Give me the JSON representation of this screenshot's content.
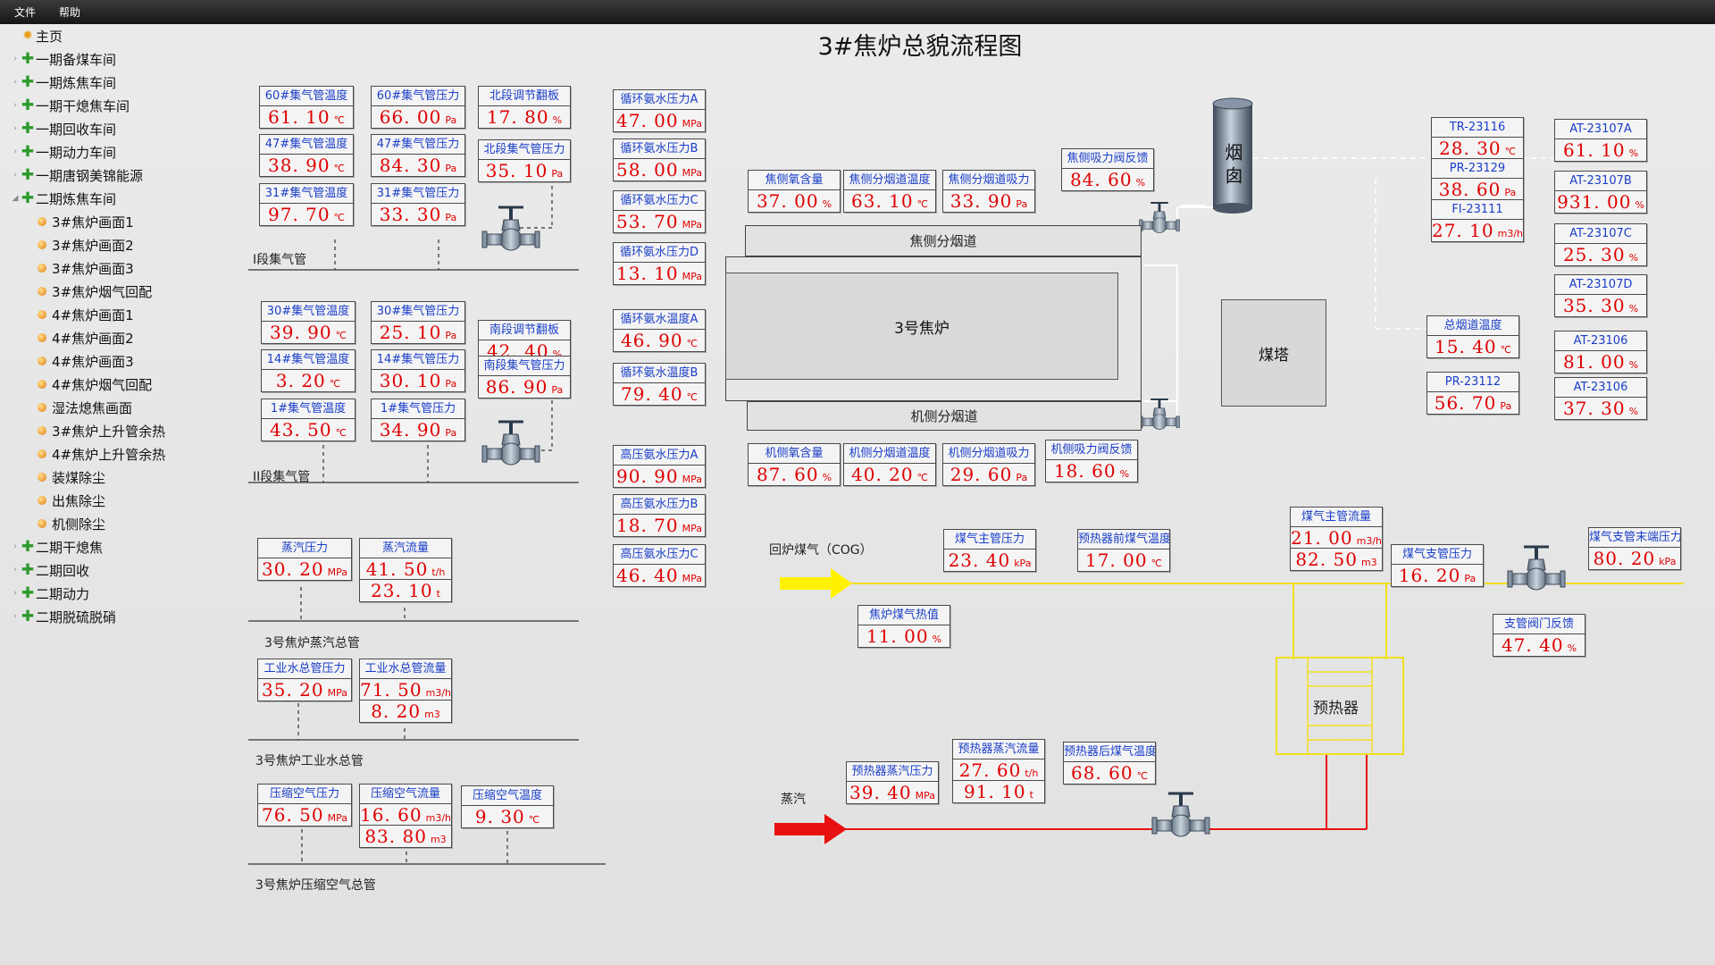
{
  "menu": [
    "文件",
    "帮助"
  ],
  "sidebar": {
    "items": [
      {
        "label": "主页",
        "level": 0,
        "kind": "home"
      },
      {
        "label": "一期备煤车间",
        "level": 0,
        "kind": "plus"
      },
      {
        "label": "一期炼焦车间",
        "level": 0,
        "kind": "plus"
      },
      {
        "label": "一期干熄焦车间",
        "level": 0,
        "kind": "plus"
      },
      {
        "label": "一期回收车间",
        "level": 0,
        "kind": "plus"
      },
      {
        "label": "一期动力车间",
        "level": 0,
        "kind": "plus"
      },
      {
        "label": "一期唐钢美锦能源",
        "level": 0,
        "kind": "plus"
      },
      {
        "label": "二期炼焦车间",
        "level": 0,
        "kind": "expanded"
      },
      {
        "label": "3#焦炉画面1",
        "level": 1,
        "kind": "leaf"
      },
      {
        "label": "3#焦炉画面2",
        "level": 1,
        "kind": "leaf"
      },
      {
        "label": "3#焦炉画面3",
        "level": 1,
        "kind": "leaf"
      },
      {
        "label": "3#焦炉烟气回配",
        "level": 1,
        "kind": "leaf"
      },
      {
        "label": "4#焦炉画面1",
        "level": 1,
        "kind": "leaf"
      },
      {
        "label": "4#焦炉画面2",
        "level": 1,
        "kind": "leaf"
      },
      {
        "label": "4#焦炉画面3",
        "level": 1,
        "kind": "leaf"
      },
      {
        "label": "4#焦炉烟气回配",
        "level": 1,
        "kind": "leaf"
      },
      {
        "label": "湿法熄焦画面",
        "level": 1,
        "kind": "leaf"
      },
      {
        "label": "3#焦炉上升管余热",
        "level": 1,
        "kind": "leaf"
      },
      {
        "label": "4#焦炉上升管余热",
        "level": 1,
        "kind": "leaf"
      },
      {
        "label": "装煤除尘",
        "level": 1,
        "kind": "leaf"
      },
      {
        "label": "出焦除尘",
        "level": 1,
        "kind": "leaf"
      },
      {
        "label": "机侧除尘",
        "level": 1,
        "kind": "leaf"
      },
      {
        "label": "二期干熄焦",
        "level": 0,
        "kind": "plus"
      },
      {
        "label": "二期回收",
        "level": 0,
        "kind": "plus"
      },
      {
        "label": "二期动力",
        "level": 0,
        "kind": "plus"
      },
      {
        "label": "二期脱硫脱硝",
        "level": 0,
        "kind": "plus"
      }
    ]
  },
  "page_title": "3#焦炉总貌流程图",
  "labels": {
    "seg1_pipe": "I段集气管",
    "seg2_pipe": "II段集气管",
    "steam_main": "3号焦炉蒸汽总管",
    "water_main": "3号焦炉工业水总管",
    "air_main": "3号焦炉压缩空气总管",
    "cog_return": "回炉煤气（COG）",
    "steam_in": "蒸汽",
    "coke_flue": "焦侧分烟道",
    "machine_flue": "机侧分烟道",
    "oven": "3号焦炉",
    "coal_tower": "煤塔",
    "chimney": "烟囱",
    "preheater": "预热器"
  },
  "colors": {
    "value": "#e00000",
    "label": "#1a3ec8",
    "cog_pipe": "#f0e020",
    "steam_pipe": "#e81010"
  },
  "panels": {
    "p60t": {
      "rows": [
        {
          "label": "60#集气管温度",
          "value": "61. 10",
          "unit": "℃"
        }
      ]
    },
    "p47t": {
      "rows": [
        {
          "label": "47#集气管温度",
          "value": "38. 90",
          "unit": "℃"
        }
      ]
    },
    "p31t": {
      "rows": [
        {
          "label": "31#集气管温度",
          "value": "97. 70",
          "unit": "℃"
        }
      ]
    },
    "p60p": {
      "rows": [
        {
          "label": "60#集气管压力",
          "value": "66. 00",
          "unit": "Pa"
        }
      ]
    },
    "p47p": {
      "rows": [
        {
          "label": "47#集气管压力",
          "value": "84. 30",
          "unit": "Pa"
        }
      ]
    },
    "p31p": {
      "rows": [
        {
          "label": "31#集气管压力",
          "value": "33. 30",
          "unit": "Pa"
        }
      ]
    },
    "pnb": {
      "rows": [
        {
          "label": "北段调节翻板",
          "value": "17. 80",
          "unit": "%"
        }
      ]
    },
    "pnp": {
      "rows": [
        {
          "label": "北段集气管压力",
          "value": "35. 10",
          "unit": "Pa"
        }
      ]
    },
    "p30t": {
      "rows": [
        {
          "label": "30#集气管温度",
          "value": "39. 90",
          "unit": "℃"
        }
      ]
    },
    "p14t": {
      "rows": [
        {
          "label": "14#集气管温度",
          "value": "3. 20",
          "unit": "℃"
        }
      ]
    },
    "p1t": {
      "rows": [
        {
          "label": "1#集气管温度",
          "value": "43. 50",
          "unit": "℃"
        }
      ]
    },
    "p30p": {
      "rows": [
        {
          "label": "30#集气管压力",
          "value": "25. 10",
          "unit": "Pa"
        }
      ]
    },
    "p14p": {
      "rows": [
        {
          "label": "14#集气管压力",
          "value": "30. 10",
          "unit": "Pa"
        }
      ]
    },
    "p1p": {
      "rows": [
        {
          "label": "1#集气管压力",
          "value": "34. 90",
          "unit": "Pa"
        }
      ]
    },
    "psb": {
      "rows": [
        {
          "label": "南段调节翻板",
          "value": "42. 40",
          "unit": "%"
        }
      ]
    },
    "psp": {
      "rows": [
        {
          "label": "南段集气管压力",
          "value": "86. 90",
          "unit": "Pa"
        }
      ]
    },
    "pcwA": {
      "rows": [
        {
          "label": "循环氨水压力A",
          "value": "47. 00",
          "unit": "MPa"
        }
      ]
    },
    "pcwB": {
      "rows": [
        {
          "label": "循环氨水压力B",
          "value": "58. 00",
          "unit": "MPa"
        }
      ]
    },
    "pcwC": {
      "rows": [
        {
          "label": "循环氨水压力C",
          "value": "53. 70",
          "unit": "MPa"
        }
      ]
    },
    "pcwD": {
      "rows": [
        {
          "label": "循环氨水压力D",
          "value": "13. 10",
          "unit": "MPa"
        }
      ]
    },
    "pcwtA": {
      "rows": [
        {
          "label": "循环氨水温度A",
          "value": "46. 90",
          "unit": "℃"
        }
      ]
    },
    "pcwtB": {
      "rows": [
        {
          "label": "循环氨水温度B",
          "value": "79. 40",
          "unit": "℃"
        }
      ]
    },
    "phpA": {
      "rows": [
        {
          "label": "高压氨水压力A",
          "value": "90. 90",
          "unit": "MPa"
        }
      ]
    },
    "phpB": {
      "rows": [
        {
          "label": "高压氨水压力B",
          "value": "18. 70",
          "unit": "MPa"
        }
      ]
    },
    "phpC": {
      "rows": [
        {
          "label": "高压氨水压力C",
          "value": "46. 40",
          "unit": "MPa"
        }
      ]
    },
    "psteamP": {
      "rows": [
        {
          "label": "蒸汽压力",
          "value": "30. 20",
          "unit": "MPa"
        }
      ]
    },
    "psteamF": {
      "rows": [
        {
          "label": "蒸汽流量",
          "value": "41. 50",
          "unit": "t/h"
        },
        {
          "label": "",
          "value": "23. 10",
          "unit": "t"
        }
      ]
    },
    "pwaterP": {
      "rows": [
        {
          "label": "工业水总管压力",
          "value": "35. 20",
          "unit": "MPa"
        }
      ]
    },
    "pwaterF": {
      "rows": [
        {
          "label": "工业水总管流量",
          "value": "71. 50",
          "unit": "m3/h"
        },
        {
          "label": "",
          "value": "8. 20",
          "unit": "m3"
        }
      ]
    },
    "pairP": {
      "rows": [
        {
          "label": "压缩空气压力",
          "value": "76. 50",
          "unit": "MPa"
        }
      ]
    },
    "pairF": {
      "rows": [
        {
          "label": "压缩空气流量",
          "value": "16. 60",
          "unit": "m3/h"
        },
        {
          "label": "",
          "value": "83. 80",
          "unit": "m3"
        }
      ]
    },
    "pairT": {
      "rows": [
        {
          "label": "压缩空气温度",
          "value": "9. 30",
          "unit": "℃"
        }
      ]
    },
    "pcso": {
      "rows": [
        {
          "label": "焦侧氧含量",
          "value": "37. 00",
          "unit": "%"
        }
      ]
    },
    "pcst": {
      "rows": [
        {
          "label": "焦侧分烟道温度",
          "value": "63. 10",
          "unit": "℃"
        }
      ]
    },
    "pcss": {
      "rows": [
        {
          "label": "焦侧分烟道吸力",
          "value": "33. 90",
          "unit": "Pa"
        }
      ]
    },
    "pcsv": {
      "rows": [
        {
          "label": "焦侧吸力阀反馈",
          "value": "84. 60",
          "unit": "%"
        }
      ]
    },
    "pmso": {
      "rows": [
        {
          "label": "机侧氧含量",
          "value": "87. 60",
          "unit": "%"
        }
      ]
    },
    "pmst": {
      "rows": [
        {
          "label": "机侧分烟道温度",
          "value": "40. 20",
          "unit": "℃"
        }
      ]
    },
    "pmss": {
      "rows": [
        {
          "label": "机侧分烟道吸力",
          "value": "29. 60",
          "unit": "Pa"
        }
      ]
    },
    "pmsv": {
      "rows": [
        {
          "label": "机侧吸力阀反馈",
          "value": "18. 60",
          "unit": "%"
        }
      ]
    },
    "ptr": {
      "rows": [
        {
          "label": "TR-23116",
          "value": "28. 30",
          "unit": "℃"
        },
        {
          "label": "PR-23129",
          "value": "38. 60",
          "unit": "Pa"
        },
        {
          "label": "FI-23111",
          "value": "27. 10",
          "unit": "m3/h"
        }
      ]
    },
    "pat7a": {
      "rows": [
        {
          "label": "AT-23107A",
          "value": "61. 10",
          "unit": "%"
        }
      ]
    },
    "pat7b": {
      "rows": [
        {
          "label": "AT-23107B",
          "value": "931. 00",
          "unit": "%"
        }
      ]
    },
    "pat7c": {
      "rows": [
        {
          "label": "AT-23107C",
          "value": "25. 30",
          "unit": "%"
        }
      ]
    },
    "pat7d": {
      "rows": [
        {
          "label": "AT-23107D",
          "value": "35. 30",
          "unit": "%"
        }
      ]
    },
    "pat6a": {
      "rows": [
        {
          "label": "AT-23106",
          "value": "81. 00",
          "unit": "%"
        }
      ]
    },
    "pat6b": {
      "rows": [
        {
          "label": "AT-23106",
          "value": "37. 30",
          "unit": "%"
        }
      ]
    },
    "pfluet": {
      "rows": [
        {
          "label": "总烟道温度",
          "value": "15. 40",
          "unit": "℃"
        }
      ]
    },
    "ppr112": {
      "rows": [
        {
          "label": "PR-23112",
          "value": "56. 70",
          "unit": "Pa"
        }
      ]
    },
    "pgmp": {
      "rows": [
        {
          "label": "煤气主管压力",
          "value": "23. 40",
          "unit": "kPa"
        }
      ]
    },
    "pgph": {
      "rows": [
        {
          "label": "预热器前煤气温度",
          "value": "17. 00",
          "unit": "℃"
        }
      ]
    },
    "pgmf": {
      "rows": [
        {
          "label": "煤气主管流量",
          "value": "21. 00",
          "unit": "m3/h"
        },
        {
          "label": "",
          "value": "82. 50",
          "unit": "m3"
        }
      ]
    },
    "pgbp": {
      "rows": [
        {
          "label": "煤气支管压力",
          "value": "16. 20",
          "unit": "Pa"
        }
      ]
    },
    "pgep": {
      "rows": [
        {
          "label": "煤气支管末端压力",
          "value": "80. 20",
          "unit": "kPa"
        }
      ]
    },
    "pgcv": {
      "rows": [
        {
          "label": "焦炉煤气热值",
          "value": "11. 00",
          "unit": "%"
        }
      ]
    },
    "pbvf": {
      "rows": [
        {
          "label": "支管阀门反馈",
          "value": "47. 40",
          "unit": "%"
        }
      ]
    },
    "pphsp": {
      "rows": [
        {
          "label": "预热器蒸汽压力",
          "value": "39. 40",
          "unit": "MPa"
        }
      ]
    },
    "pphsf": {
      "rows": [
        {
          "label": "预热器蒸汽流量",
          "value": "27. 60",
          "unit": "t/h"
        },
        {
          "label": "",
          "value": "91. 10",
          "unit": "t"
        }
      ]
    },
    "pphgt": {
      "rows": [
        {
          "label": "预热器后煤气温度",
          "value": "68. 60",
          "unit": "℃"
        }
      ]
    }
  }
}
